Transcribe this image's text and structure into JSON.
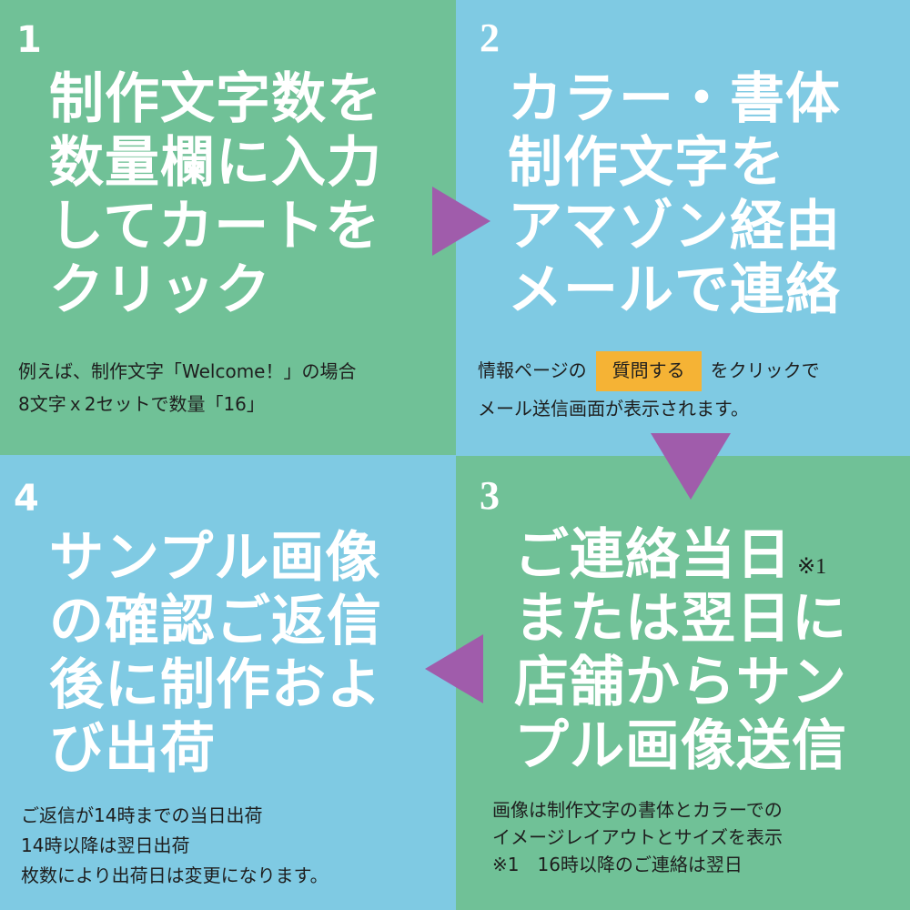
{
  "colors": {
    "green": "#70C197",
    "blue": "#7FCAE3",
    "arrow_purple": "#A05CAB",
    "badge_orange": "#F5B335",
    "heading_text": "#FFFFFF",
    "note_text": "#1E1E1E"
  },
  "steps": [
    {
      "number": "1",
      "background": "green",
      "heading_lines": [
        "制作文字数を",
        "数量欄に入力",
        "してカートを",
        "クリック"
      ],
      "note_lines": [
        "例えば、制作文字「Welcome！」の場合",
        "8文字ｘ2セットで数量「16」"
      ]
    },
    {
      "number": "2",
      "background": "blue",
      "heading_lines": [
        "カラー・書体",
        "制作文字を",
        "アマゾン経由",
        "メールで連絡"
      ],
      "note": {
        "line1_before": "情報ページの",
        "badge": "質問する",
        "line1_after": "をクリックで",
        "line2": "メール送信画面が表示されます。"
      }
    },
    {
      "number": "3",
      "background": "green",
      "heading_lines": [
        "ご連絡当日",
        "または翌日に",
        "店舗からサン",
        "プル画像送信"
      ],
      "heading_footnote_mark": "※1",
      "note_lines": [
        "画像は制作文字の書体とカラーでの",
        "イメージレイアウトとサイズを表示",
        "※1　16時以降のご連絡は翌日"
      ]
    },
    {
      "number": "4",
      "background": "blue",
      "heading_lines": [
        "サンプル画像",
        "の確認ご返信",
        "後に制作およ",
        "び出荷"
      ],
      "note_lines": [
        "ご返信が14時までの当日出荷",
        "14時以降は翌日出荷",
        "枚数により出荷日は変更になります。"
      ]
    }
  ],
  "arrows": [
    {
      "from": "1",
      "to": "2",
      "direction": "right"
    },
    {
      "from": "2",
      "to": "3",
      "direction": "down"
    },
    {
      "from": "3",
      "to": "4",
      "direction": "left"
    }
  ]
}
